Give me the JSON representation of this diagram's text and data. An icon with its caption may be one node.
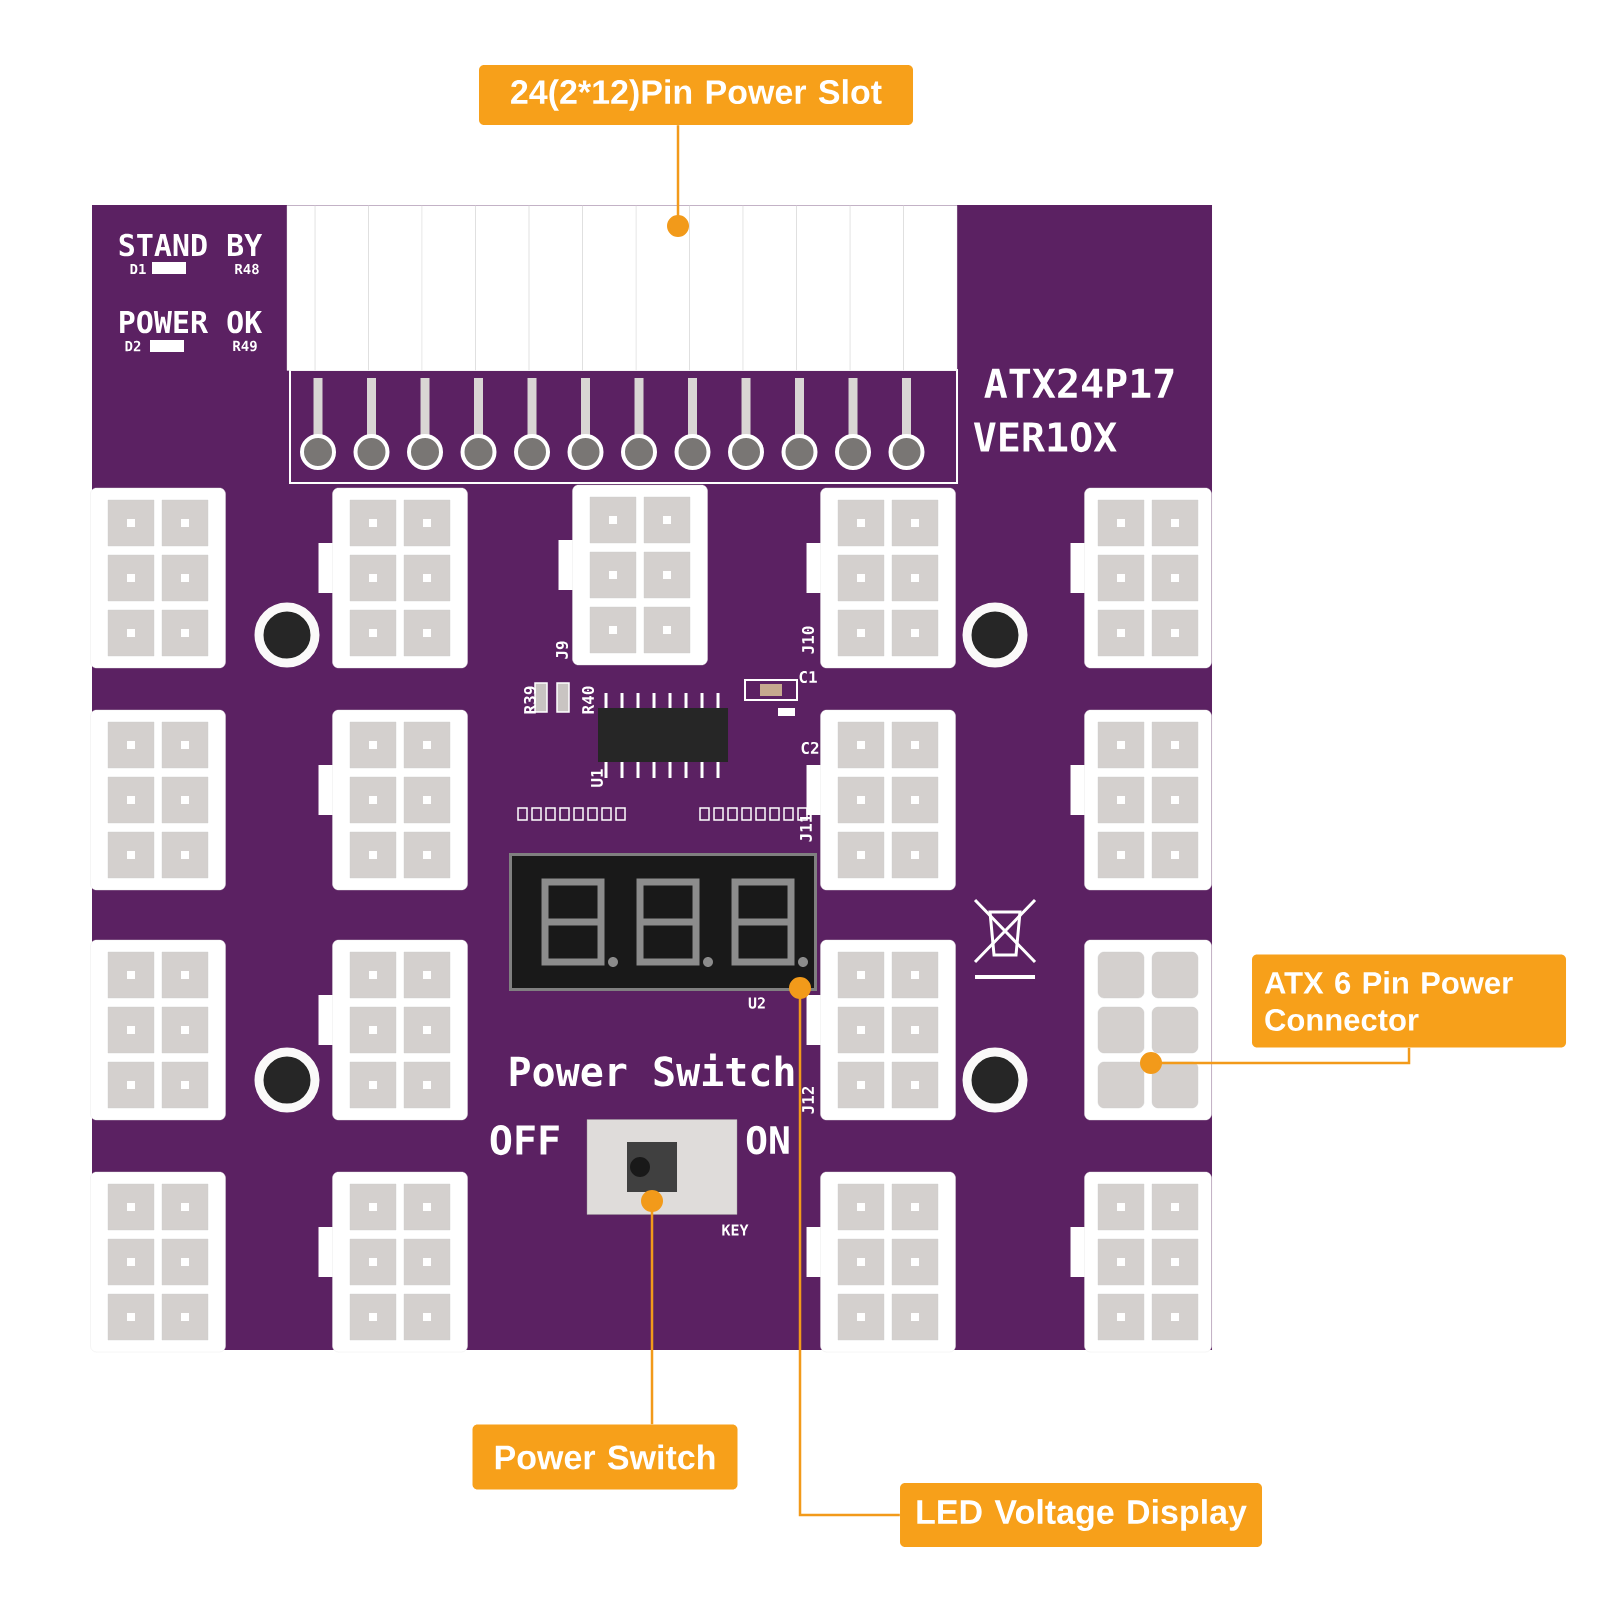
{
  "diagram": {
    "nodes": [
      {
        "text": [
          "24(2*12)Pin Power Slot"
        ]
      },
      {
        "text": [
          "ATX 6 Pin Power Connector"
        ]
      },
      {
        "text": [
          "Power Switch"
        ]
      },
      {
        "text": [
          "LED Voltage Display"
        ]
      },
      {
        "text": [],
        "shape": "box"
      },
      {
        "text": [],
        "shape": "box"
      },
      {
        "text": [],
        "shape": "box"
      },
      {
        "text": [],
        "shape": "box"
      }
    ],
    "edges": [
      {
        "from": 0,
        "to": 4,
        "arrow": "other"
      },
      {
        "from": 1,
        "to": 5,
        "arrow": "other"
      },
      {
        "from": 2,
        "to": 6,
        "arrow": "other"
      },
      {
        "from": 3,
        "to": 7,
        "arrow": "other"
      }
    ],
    "labels": [
      "STAND BY",
      "D1",
      "R48",
      "POWER OK",
      "D2",
      "R49",
      "ATX24P17",
      "VER1OX",
      "J9",
      "J10",
      "R39",
      "R40",
      "C1",
      "C2",
      "U1",
      "J11",
      "U2",
      "Power Switch",
      "J12",
      "OFF",
      "ON",
      "KEY"
    ]
  }
}
